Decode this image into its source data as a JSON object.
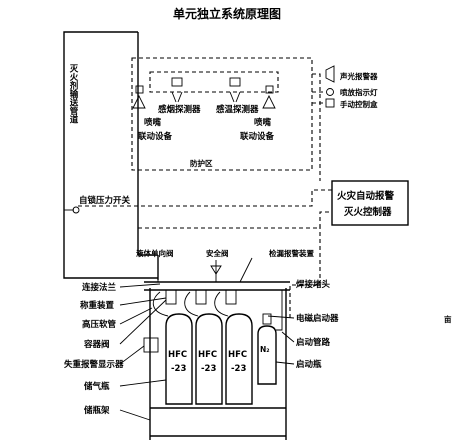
{
  "title": "单元独立系统原理图",
  "pipe_label": "灭火剂输送管道",
  "protection_zone": {
    "label": "防护区",
    "smoke_detector": "感烟探测器",
    "heat_detector": "感温探测器",
    "nozzle_left": "喷嘴",
    "nozzle_right": "喷嘴",
    "linkage_left": "联动设备",
    "linkage_right": "联动设备"
  },
  "alarm_devices": {
    "sounder": "声光报警器",
    "indicator": "喷放指示灯",
    "manual": "手动控制盒"
  },
  "controller": {
    "line1": "火灾自动报警",
    "line2": "灭火控制器"
  },
  "pressure_switch": "自锁压力开关",
  "valve_area": {
    "check_valve": "液体单向阀",
    "safety_valve": "安全阀",
    "leak_alarm": "检漏报警装置",
    "weld_joint": "焊接堵头"
  },
  "left_labels": {
    "flange": "连接法兰",
    "weighing": "称重装置",
    "hose": "高压软管",
    "container_valve": "容器阀",
    "pressure_indicator": "失重报警显示器",
    "storage_bottle": "储气瓶",
    "bottle_rack": "储瓶架"
  },
  "right_labels": {
    "solenoid": "电磁启动器",
    "start_pipe": "启动管路",
    "start_bottle": "启动瓶",
    "edge_mark": "亩"
  },
  "cylinders": [
    {
      "agent": "HFC",
      "code": "-23"
    },
    {
      "agent": "HFC",
      "code": "-23"
    },
    {
      "agent": "HFC",
      "code": "-23"
    }
  ],
  "start_bottle_mark": "N₂"
}
